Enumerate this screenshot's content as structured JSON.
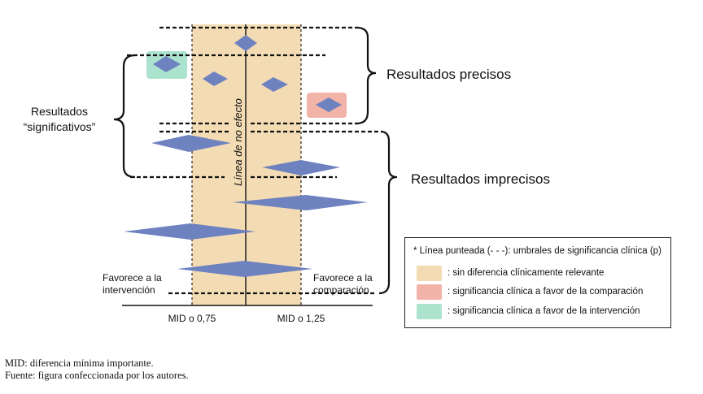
{
  "diagram": {
    "line_label": "Línea de no efecto",
    "left_threshold_label": "MID o 0,75",
    "right_threshold_label": "MID o 1,25",
    "favors_left": [
      "Favorece a la",
      "intervención"
    ],
    "favors_right": [
      "Favorece a la",
      "comparación"
    ],
    "group_precise": "Resultados precisos",
    "group_imprecise": "Resultados imprecisos",
    "group_significant": [
      "Resultados",
      "“significativos”"
    ]
  },
  "legend": {
    "title": "* Línea punteada  (- - -):  umbrales de significancia clínica (p)",
    "items": [
      {
        "label": ":  sin diferencia clínicamente relevante",
        "color": "#f3dcb4"
      },
      {
        "label": ":  significancia clínica a favor de la comparación",
        "color": "#f2b3a9"
      },
      {
        "label": ":  significancia clínica a favor de la intervención",
        "color": "#ace3cf"
      }
    ]
  },
  "colors": {
    "zone": "#f3dcb4",
    "diamond": "#6e82c0",
    "highlight_intervention": "#ace3cf",
    "highlight_comparison": "#f2b3a9"
  },
  "footnotes": [
    "MID: diferencia mínima importante.",
    "Fuente: figura confeccionada por los autores."
  ]
}
